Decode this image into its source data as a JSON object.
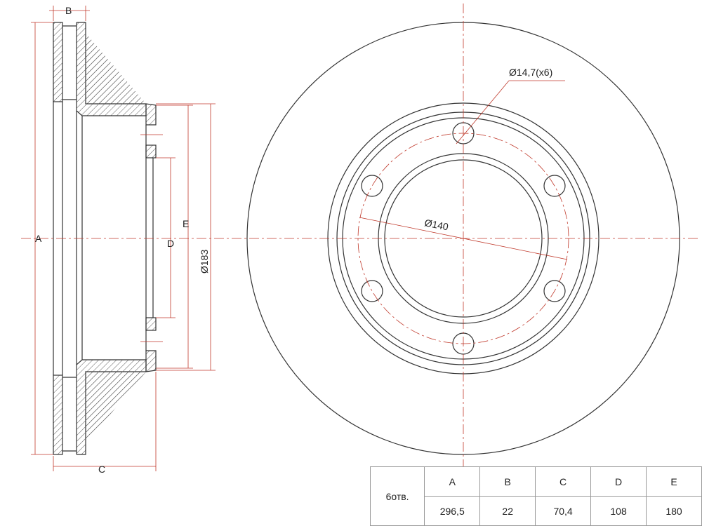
{
  "side_view": {
    "labels": {
      "a": "A",
      "b": "B",
      "c": "C",
      "d": "D",
      "e": "E",
      "hat_diameter": "Ø183"
    }
  },
  "front_view": {
    "bolt_hole_label": "Ø14,7(x6)",
    "pcd_label": "Ø140"
  },
  "colors": {
    "line": "#333333",
    "dimension": "#c0392b"
  },
  "table": {
    "holes_label": "6отв.",
    "headers": [
      "A",
      "B",
      "C",
      "D",
      "E"
    ],
    "values": [
      "296,5",
      "22",
      "70,4",
      "108",
      "180"
    ]
  }
}
